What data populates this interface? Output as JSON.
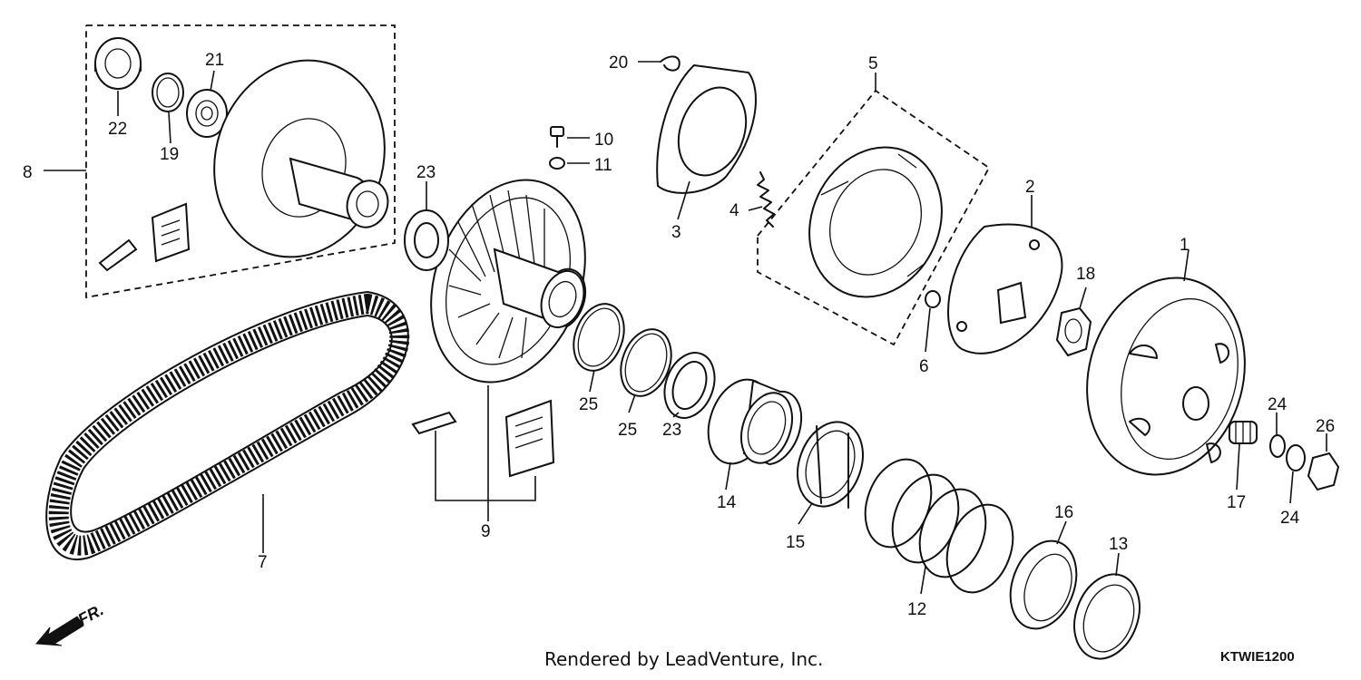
{
  "callouts": [
    {
      "id": "c1",
      "label": "1"
    },
    {
      "id": "c2",
      "label": "2"
    },
    {
      "id": "c3",
      "label": "3"
    },
    {
      "id": "c4",
      "label": "4"
    },
    {
      "id": "c5",
      "label": "5"
    },
    {
      "id": "c6",
      "label": "6"
    },
    {
      "id": "c7",
      "label": "7"
    },
    {
      "id": "c8",
      "label": "8"
    },
    {
      "id": "c9",
      "label": "9"
    },
    {
      "id": "c10",
      "label": "10"
    },
    {
      "id": "c11",
      "label": "11"
    },
    {
      "id": "c12",
      "label": "12"
    },
    {
      "id": "c13",
      "label": "13"
    },
    {
      "id": "c14",
      "label": "14"
    },
    {
      "id": "c15",
      "label": "15"
    },
    {
      "id": "c16",
      "label": "16"
    },
    {
      "id": "c17",
      "label": "17"
    },
    {
      "id": "c18",
      "label": "18"
    },
    {
      "id": "c19",
      "label": "19"
    },
    {
      "id": "c20",
      "label": "20"
    },
    {
      "id": "c21",
      "label": "21"
    },
    {
      "id": "c22",
      "label": "22"
    },
    {
      "id": "c23a",
      "label": "23"
    },
    {
      "id": "c23b",
      "label": "23"
    },
    {
      "id": "c24a",
      "label": "24"
    },
    {
      "id": "c24b",
      "label": "24"
    },
    {
      "id": "c25a",
      "label": "25"
    },
    {
      "id": "c25b",
      "label": "25"
    },
    {
      "id": "c26",
      "label": "26"
    }
  ],
  "direction_label": "FR.",
  "credit": "Rendered by LeadVenture, Inc.",
  "diagram_code": "KTWIE1200"
}
